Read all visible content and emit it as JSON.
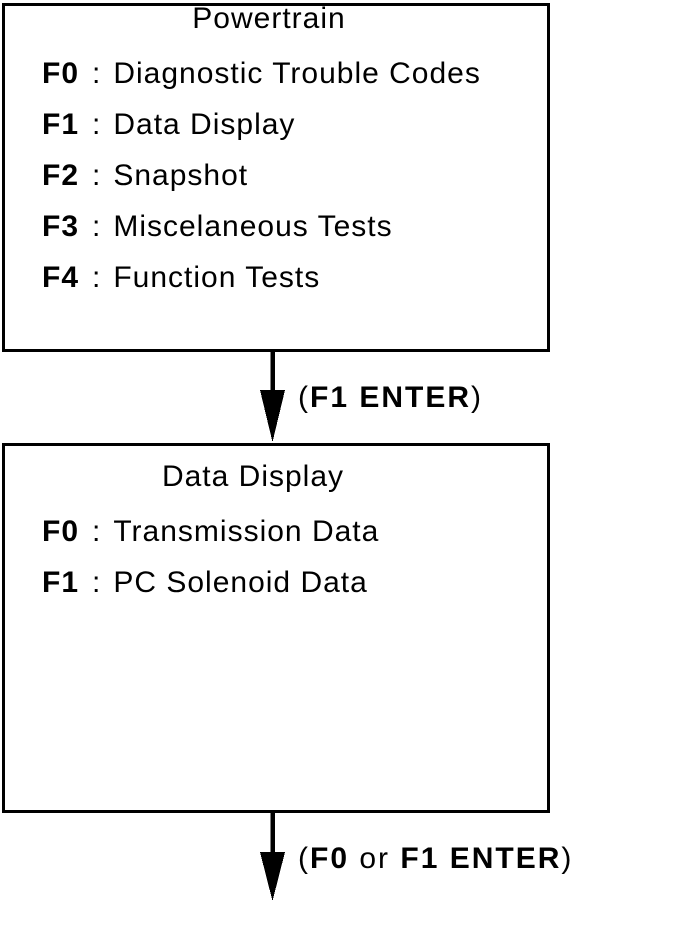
{
  "page": {
    "colors": {
      "ink": "#000000",
      "background": "#ffffff"
    }
  },
  "flow": {
    "powertrain_menu": {
      "title": "Powertrain",
      "items": [
        {
          "key": "F0",
          "sep": ":",
          "label": "Diagnostic Trouble Codes"
        },
        {
          "key": "F1",
          "sep": ":",
          "label": "Data Display"
        },
        {
          "key": "F2",
          "sep": ":",
          "label": "Snapshot"
        },
        {
          "key": "F3",
          "sep": ":",
          "label": "Miscelaneous Tests"
        },
        {
          "key": "F4",
          "sep": ":",
          "label": "Function Tests"
        }
      ]
    },
    "transition1": {
      "label_parts": [
        {
          "text": "("
        },
        {
          "text": "F1 ENTER",
          "bold": true
        },
        {
          "text": ")"
        }
      ]
    },
    "data_display_menu": {
      "title": "Data Display",
      "items": [
        {
          "key": "F0",
          "sep": ":",
          "label": "Transmission Data"
        },
        {
          "key": "F1",
          "sep": ":",
          "label": "PC Solenoid Data"
        }
      ]
    },
    "transition2": {
      "label_parts": [
        {
          "text": "("
        },
        {
          "text": "F0",
          "bold": true
        },
        {
          "text": " or "
        },
        {
          "text": "F1 ENTER",
          "bold": true
        },
        {
          "text": ")"
        }
      ]
    }
  }
}
